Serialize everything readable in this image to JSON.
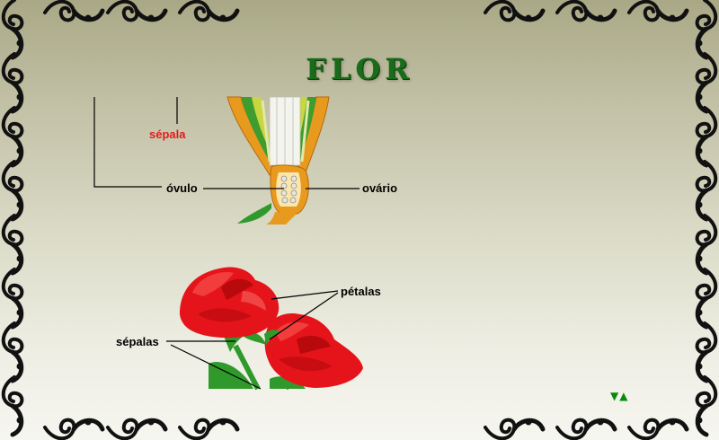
{
  "title": "FLOR",
  "labels": {
    "sepala": "sépala",
    "ovulo": "óvulo",
    "ovario": "ovário",
    "petalas": "pétalas",
    "sepalas": "sépalas"
  },
  "nav": {
    "down_glyph": "▼",
    "up_glyph": "▲"
  },
  "colors": {
    "title": "#1a6b1a",
    "label_red": "#e41b1b",
    "rose": "#e5141a",
    "leaf": "#2f9a2b",
    "ovary": "#e89a1e"
  },
  "icons": [
    "frame-scroll-ornament",
    "nav-arrows-icon"
  ]
}
